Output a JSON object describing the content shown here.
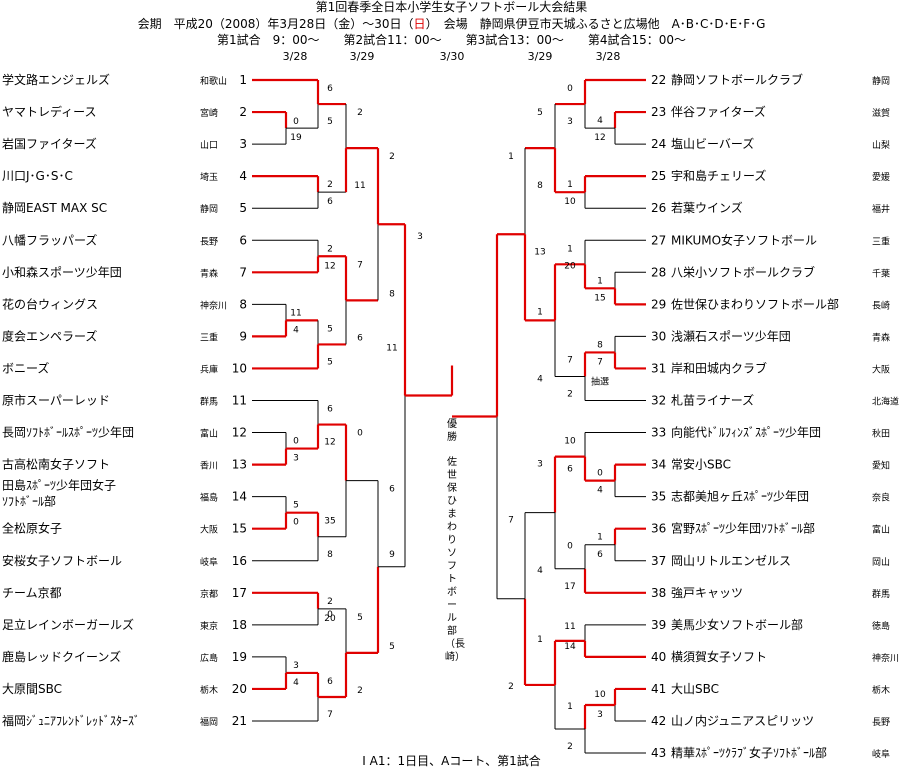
{
  "header": {
    "title": "第1回春季全日本小学生女子ソフトボール大会結果",
    "info_pre": "会期　平成20（2008）年3月28日（金）～30日（",
    "info_red": "日",
    "info_post": "）　会場　静岡県伊豆市天城ふるさと広場他　A･B･C･D･E･F･G",
    "schedule": "第1試合　9：00～　　第2試合11：00～　　第3試合13：00～　　第4試合15：00～",
    "dates": [
      "3/28",
      "3/29",
      "3/30",
      "3/29",
      "3/28"
    ]
  },
  "teams_left": [
    {
      "no": "1",
      "name": "学文路エンジェルズ",
      "pref": "和歌山"
    },
    {
      "no": "2",
      "name": "ヤマトレディース",
      "pref": "宮崎"
    },
    {
      "no": "3",
      "name": "岩国ファイターズ",
      "pref": "山口"
    },
    {
      "no": "4",
      "name": "川口J･G･S･C",
      "pref": "埼玉"
    },
    {
      "no": "5",
      "name": "静岡EAST MAX SC",
      "pref": "静岡"
    },
    {
      "no": "6",
      "name": "八幡フラッパーズ",
      "pref": "長野"
    },
    {
      "no": "7",
      "name": "小和森スポーツ少年団",
      "pref": "青森"
    },
    {
      "no": "8",
      "name": "花の台ウィングス",
      "pref": "神奈川"
    },
    {
      "no": "9",
      "name": "度会エンペラーズ",
      "pref": "三重"
    },
    {
      "no": "10",
      "name": "ボニーズ",
      "pref": "兵庫"
    },
    {
      "no": "11",
      "name": "原市スーパーレッド",
      "pref": "群馬"
    },
    {
      "no": "12",
      "name": "長岡ｿﾌﾄﾎﾞｰﾙｽﾎﾟｰﾂ少年団",
      "pref": "富山"
    },
    {
      "no": "13",
      "name": "古高松南女子ソフト",
      "pref": "香川"
    },
    {
      "no": "14",
      "name": "田島ｽﾎﾟｰﾂ少年団女子",
      "name2": "ｿﾌﾄﾎﾞｰﾙ部",
      "pref": "福島"
    },
    {
      "no": "15",
      "name": "全松原女子",
      "pref": "大阪"
    },
    {
      "no": "16",
      "name": "安桜女子ソフトボール",
      "pref": "岐阜"
    },
    {
      "no": "17",
      "name": "チーム京都",
      "pref": "京都"
    },
    {
      "no": "18",
      "name": "足立レインボーガールズ",
      "pref": "東京"
    },
    {
      "no": "19",
      "name": "鹿島レッドクイーンズ",
      "pref": "広島"
    },
    {
      "no": "20",
      "name": "大原間SBC",
      "pref": "栃木"
    },
    {
      "no": "21",
      "name": "福岡ｼﾞｭﾆｱﾌﾚﾝﾄﾞﾚｯﾄﾞｽﾀｰｽﾞ",
      "pref": "福岡"
    }
  ],
  "teams_right": [
    {
      "no": "22",
      "name": "静岡ソフトボールクラブ",
      "pref": "静岡"
    },
    {
      "no": "23",
      "name": "伴谷ファイターズ",
      "pref": "滋賀"
    },
    {
      "no": "24",
      "name": "塩山ビーバーズ",
      "pref": "山梨"
    },
    {
      "no": "25",
      "name": "宇和島チェリーズ",
      "pref": "愛媛"
    },
    {
      "no": "26",
      "name": "若葉ウインズ",
      "pref": "福井"
    },
    {
      "no": "27",
      "name": "MIKUMO女子ソフトボール",
      "pref": "三重"
    },
    {
      "no": "28",
      "name": "八栄小ソフトボールクラブ",
      "pref": "千葉"
    },
    {
      "no": "29",
      "name": "佐世保ひまわりソフトボール部",
      "pref": "長崎"
    },
    {
      "no": "30",
      "name": "浅瀬石スポーツ少年団",
      "pref": "青森"
    },
    {
      "no": "31",
      "name": "岸和田城内クラブ",
      "pref": "大阪"
    },
    {
      "no": "32",
      "name": "札苗ライナーズ",
      "pref": "北海道"
    },
    {
      "no": "33",
      "name": "向能代ﾄﾞﾙﾌｨﾝｽﾞｽﾎﾟｰﾂ少年団",
      "pref": "秋田"
    },
    {
      "no": "34",
      "name": "常安小SBC",
      "pref": "愛知"
    },
    {
      "no": "35",
      "name": "志都美旭ヶ丘ｽﾎﾟｰﾂ少年団",
      "pref": "奈良"
    },
    {
      "no": "36",
      "name": "宮野ｽﾎﾟｰﾂ少年団ｿﾌﾄﾎﾞｰﾙ部",
      "pref": "富山"
    },
    {
      "no": "37",
      "name": "岡山リトルエンゼルス",
      "pref": "岡山"
    },
    {
      "no": "38",
      "name": "強戸キャッツ",
      "pref": "群馬"
    },
    {
      "no": "39",
      "name": "美馬少女ソフトボール部",
      "pref": "徳島"
    },
    {
      "no": "40",
      "name": "横須賀女子ソフト",
      "pref": "神奈川"
    },
    {
      "no": "41",
      "name": "大山SBC",
      "pref": "栃木"
    },
    {
      "no": "42",
      "name": "山ノ内ジュニアスピリッツ",
      "pref": "長野"
    },
    {
      "no": "43",
      "name": "精華ｽﾎﾟｰﾂｸﾗﾌﾞ女子ｿﾌﾄﾎﾞｰﾙ部",
      "pref": "岐阜"
    }
  ],
  "scores": [
    "6",
    "0",
    "19",
    "5",
    "2",
    "6",
    "2",
    "11",
    "2",
    "12",
    "11",
    "4",
    "5",
    "5",
    "7",
    "6",
    "2",
    "8",
    "6",
    "0",
    "3",
    "12",
    "5",
    "0",
    "35",
    "8",
    "0",
    "2",
    "20",
    "0",
    "3",
    "4",
    "6",
    "7",
    "5",
    "2",
    "6",
    "5",
    "3",
    "11",
    "9",
    "0",
    "4",
    "12",
    "3",
    "1",
    "10",
    "5",
    "8",
    "1",
    "20",
    "1",
    "15",
    "13",
    "1",
    "8",
    "7",
    "7",
    "2",
    "4",
    "1",
    "10",
    "6",
    "0",
    "4",
    "3",
    "1",
    "6",
    "0",
    "17",
    "4",
    "7",
    "11",
    "14",
    "1",
    "10",
    "3",
    "1",
    "2",
    "2"
  ],
  "tiebreak_label": "抽選",
  "champion": {
    "label": "優勝",
    "team": "佐世保ひまわりソフトボール部（長崎）"
  },
  "footer": "I A1：1日目、Aコート、第1試合",
  "colors": {
    "winner_line": "#e00000",
    "loser_line": "#000000",
    "sunday_text": "#e00000"
  }
}
